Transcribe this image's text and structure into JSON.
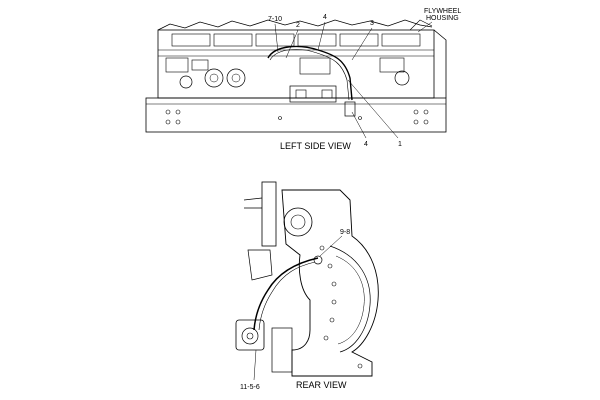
{
  "left_view": {
    "label": "LEFT SIDE VIEW",
    "callouts": {
      "c710": "7-10",
      "c2": "2",
      "c4_top": "4",
      "c3": "3",
      "flywheel_line1": "FLYWHEEL",
      "flywheel_line2": "HOUSING",
      "c4_bottom": "4",
      "c1": "1"
    }
  },
  "rear_view": {
    "label": "REAR VIEW",
    "callouts": {
      "c98": "9-8",
      "c1156": "11-5-6"
    }
  }
}
